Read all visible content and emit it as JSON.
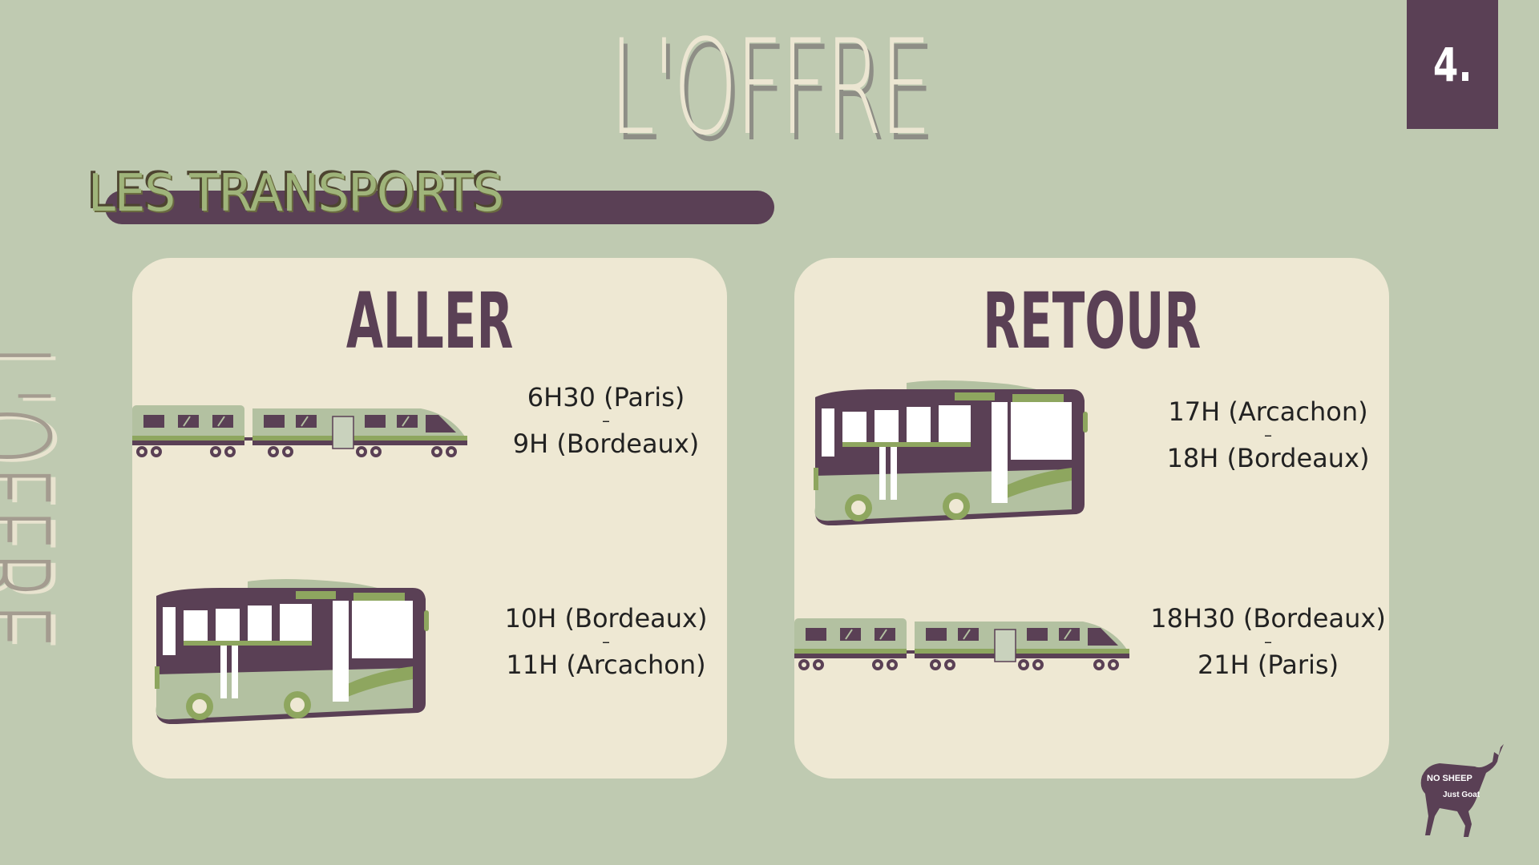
{
  "page": {
    "title": "L'OFFRE",
    "page_number": "4.",
    "section_title": "LES TRANSPORTS",
    "vertical_title": "L'OFFRE"
  },
  "colors": {
    "background": "#bfcab1",
    "card": "#eee8d3",
    "accent_purple": "#5a4055",
    "accent_green": "#8ea65f"
  },
  "cards": {
    "aller": {
      "title": "ALLER",
      "legs": [
        {
          "icon": "train-icon",
          "depart": "6H30 (Paris)",
          "separator": "–",
          "arrive": "9H (Bordeaux)"
        },
        {
          "icon": "bus-icon",
          "depart": "10H (Bordeaux)",
          "separator": "–",
          "arrive": "11H (Arcachon)"
        }
      ]
    },
    "retour": {
      "title": "RETOUR",
      "legs": [
        {
          "icon": "bus-icon",
          "depart": "17H (Arcachon)",
          "separator": "–",
          "arrive": "18H (Bordeaux)"
        },
        {
          "icon": "train-icon",
          "depart": "18H30 (Bordeaux)",
          "separator": "–",
          "arrive": "21H (Paris)"
        }
      ]
    }
  },
  "logo": {
    "line1": "NO SHEEP",
    "line2": "Just Goat"
  }
}
